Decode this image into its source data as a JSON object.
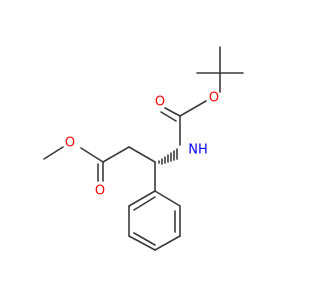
{
  "structure": {
    "atoms": {
      "ester_o": "O",
      "carbonyl_o_ester": "O",
      "nh": "NH",
      "boc_carbonyl_o": "O",
      "boc_o": "O"
    },
    "colors": {
      "bond": "#3a3a3a",
      "oxygen": "#ff0000",
      "nitrogen": "#0000ff"
    }
  }
}
